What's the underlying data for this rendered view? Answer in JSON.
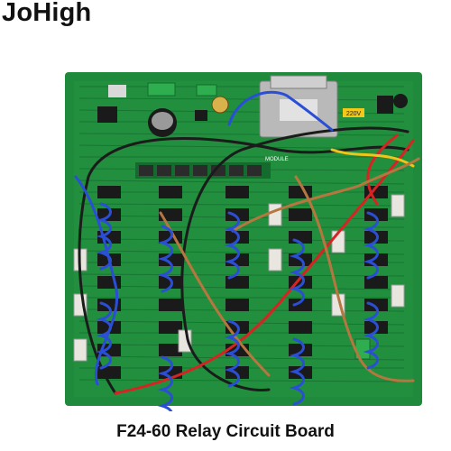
{
  "brand": "JoHigh",
  "caption": "F24-60 Relay Circuit Board",
  "board_marks": {
    "voltage_label": "220V",
    "module_label": "MODULE"
  },
  "colors": {
    "pcb": "#1f8a3c",
    "pcb_dark": "#156b2d",
    "relay": "#1a1a1a",
    "wire_blue": "#2a4fd6",
    "wire_red": "#d82323",
    "wire_brown": "#b5773f",
    "wire_black": "#1b1b1b",
    "wire_yellow": "#f0c419",
    "terminal": "#e8e6df"
  }
}
